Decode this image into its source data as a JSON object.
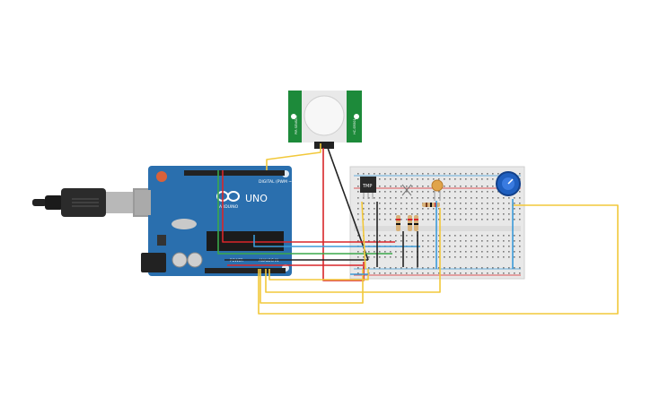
{
  "board": {
    "logo_text": "UNO",
    "brand_text": "ARDUINO",
    "digital_label": "DIGITAL (PWM ~)",
    "power_label": "POWER",
    "analog_label": "ANALOG IN"
  },
  "pir": {
    "side_label_left": "PIR SENSOR",
    "side_label_right": "HC-SR501"
  },
  "sensor_chip": {
    "label": "TMP"
  },
  "colors": {
    "board": "#2a6fae",
    "board_dark": "#1d5a93",
    "pir_pcb": "#1d8a3a",
    "breadboard": "#e8e8e8",
    "wire_yellow": "#f2c83a",
    "wire_red": "#d9262a",
    "wire_black": "#222222",
    "wire_blue": "#3b9bd8",
    "wire_green": "#3aa84a",
    "pot": "#1f5fbf"
  },
  "icons": [
    "usb-cable-icon",
    "resistor-icon",
    "potentiometer-icon",
    "pir-sensor-icon",
    "temperature-sensor-icon",
    "photoresistor-icon"
  ]
}
